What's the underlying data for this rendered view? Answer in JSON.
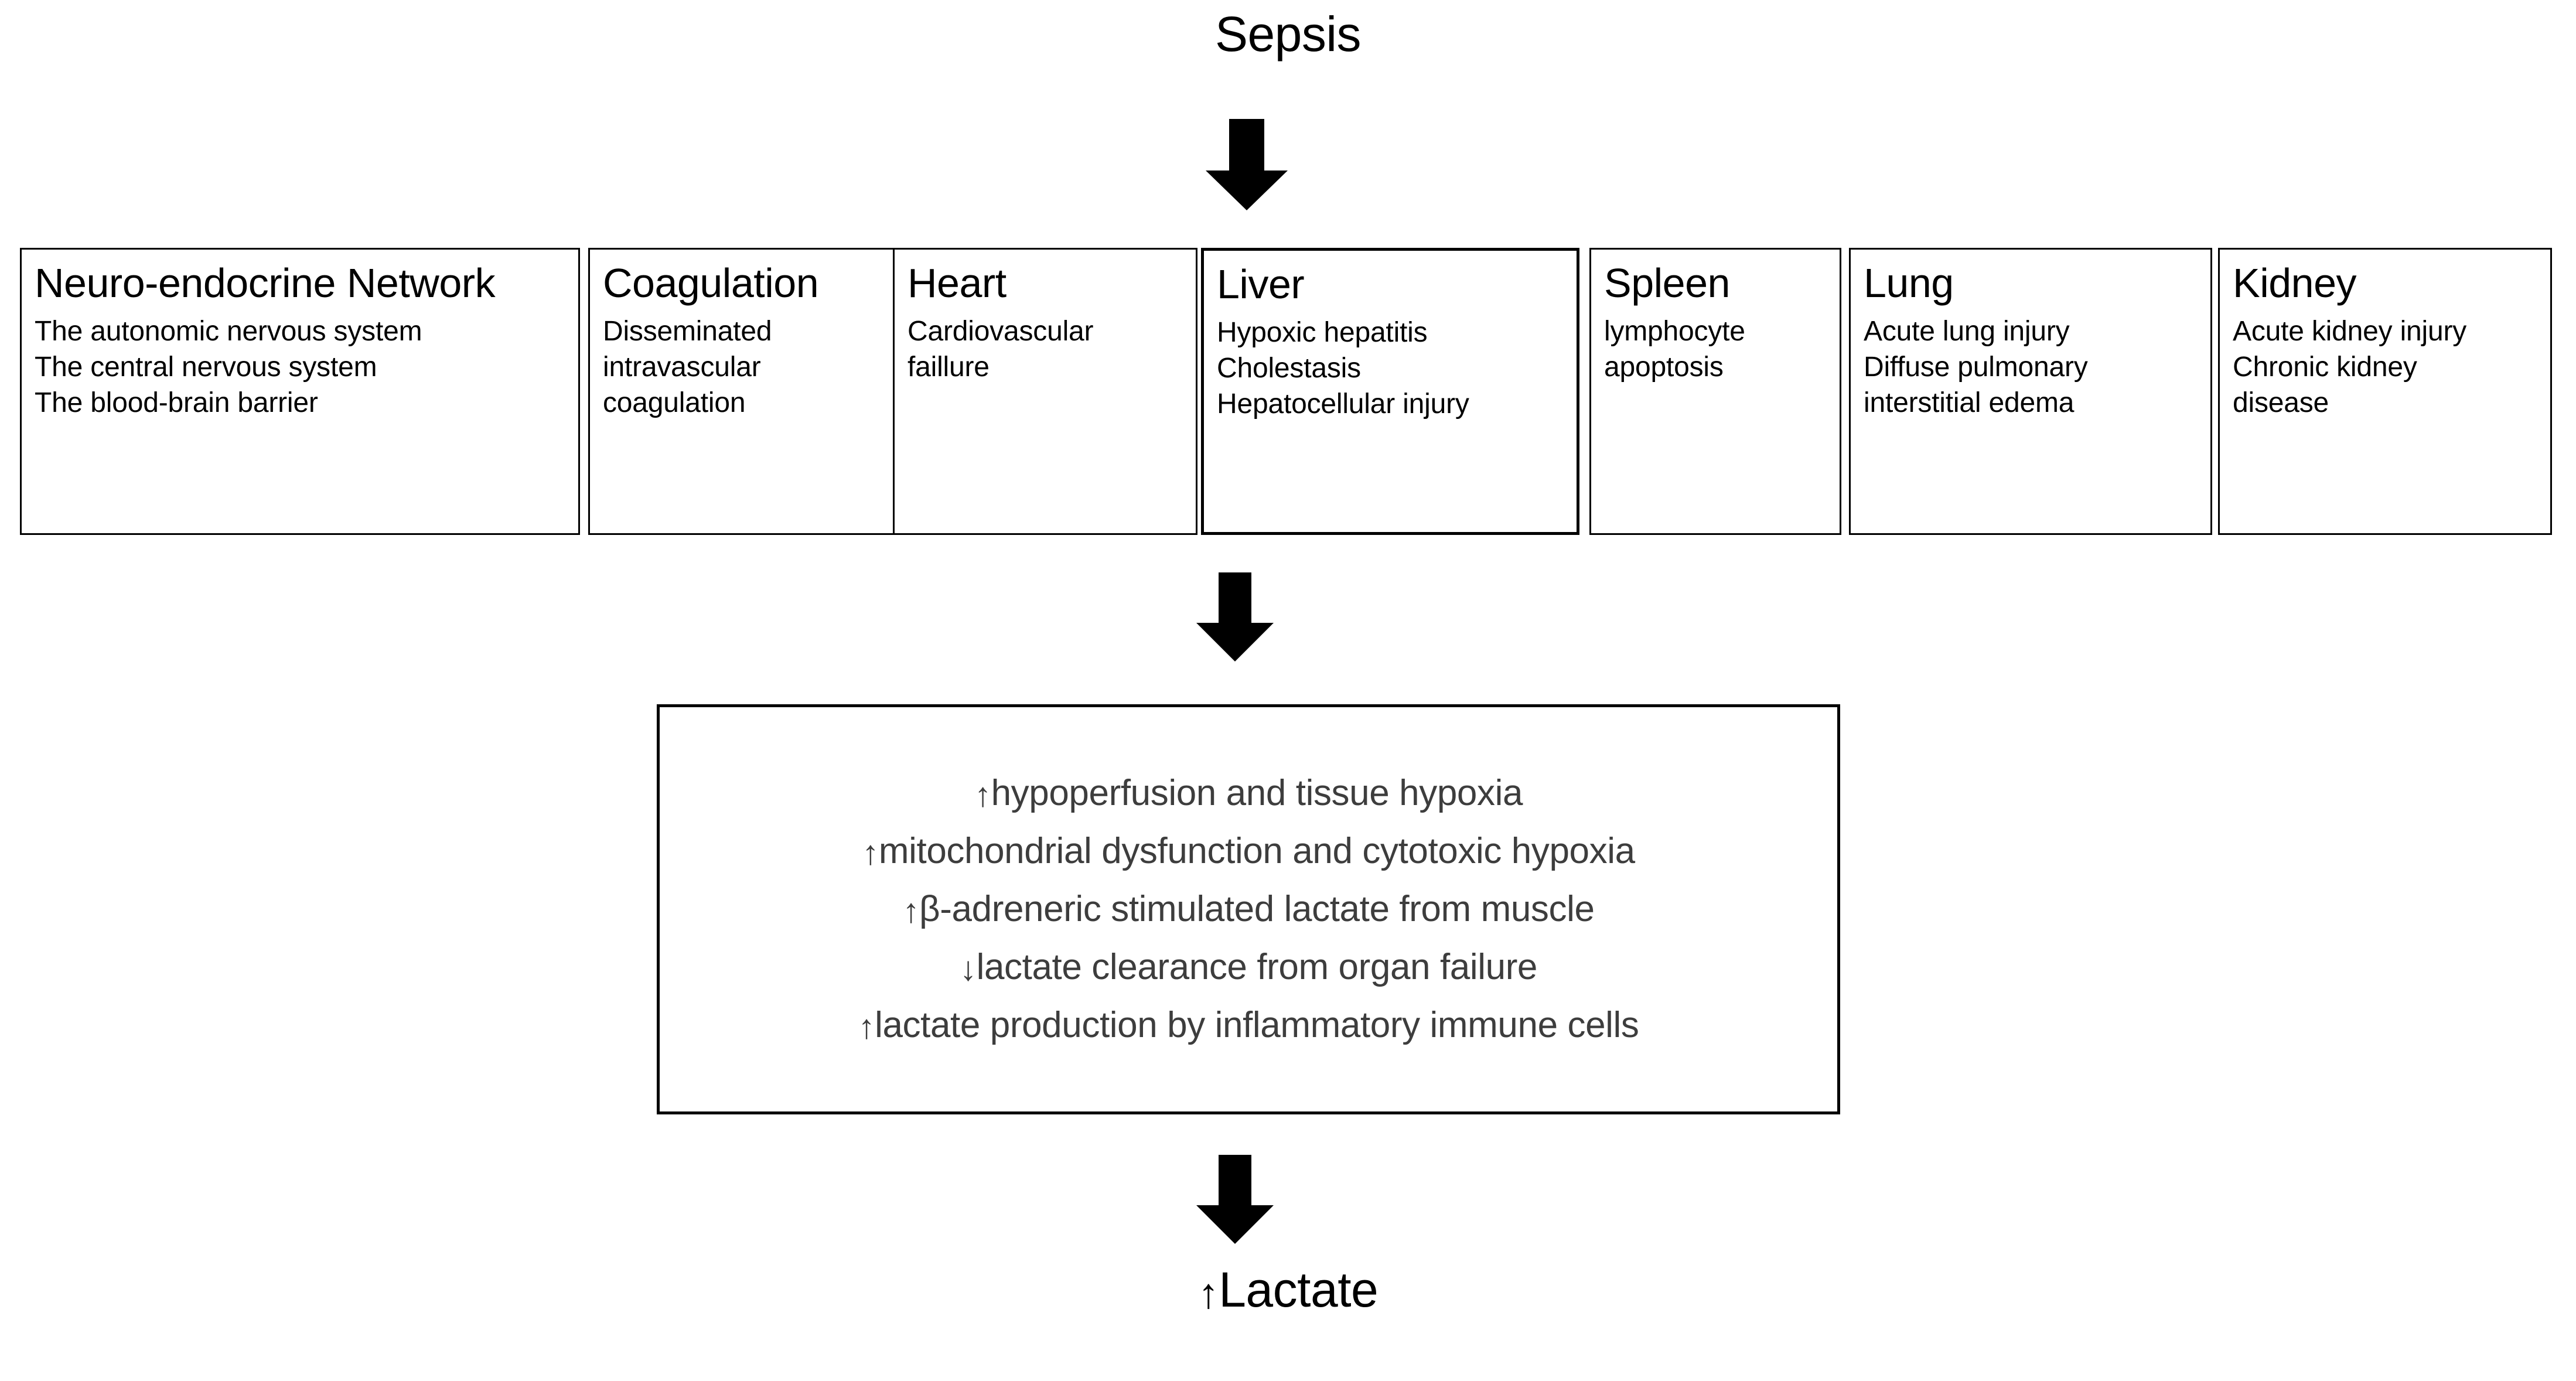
{
  "diagram": {
    "title": "Sepsis",
    "outcome": {
      "arrow_glyph": "↑",
      "label": "Lactate"
    },
    "arrows": [
      {
        "name": "arrow-sepsis-to-organs",
        "direction": "down"
      },
      {
        "name": "arrow-organs-to-mechanisms",
        "direction": "down"
      },
      {
        "name": "arrow-mechanisms-to-lactate",
        "direction": "down"
      }
    ],
    "organ_boxes": [
      {
        "title": "Neuro-endocrine Network",
        "items": [
          "The autonomic nervous system",
          "The central nervous system",
          "The blood-brain barrier"
        ]
      },
      {
        "title": "Coagulation",
        "items": [
          "Disseminated",
          "intravascular",
          "coagulation"
        ]
      },
      {
        "title": "Heart",
        "items": [
          "Cardiovascular",
          "faillure"
        ]
      },
      {
        "title": "Liver",
        "items": [
          "Hypoxic hepatitis",
          "Cholestasis",
          "Hepatocellular injury"
        ]
      },
      {
        "title": "Spleen",
        "items": [
          "lymphocyte",
          "apoptosis"
        ]
      },
      {
        "title": "Lung",
        "items": [
          "Acute lung injury",
          "Diffuse pulmonary",
          "interstitial edema"
        ]
      },
      {
        "title": "Kidney",
        "items": [
          "Acute kidney injury",
          "Chronic kidney",
          "disease"
        ]
      }
    ],
    "mechanisms": [
      {
        "glyph": "↑",
        "text": "hypoperfusion and tissue hypoxia"
      },
      {
        "glyph": "↑",
        "text": "mitochondrial dysfunction and cytotoxic hypoxia"
      },
      {
        "glyph": "↑",
        "text": "β-adreneric stimulated lactate from muscle"
      },
      {
        "glyph": "↓",
        "text": "lactate clearance from organ failure"
      },
      {
        "glyph": "↑",
        "text": "lactate production by inflammatory immune cells"
      }
    ],
    "colors": {
      "stroke": "#000000",
      "text": "#000000",
      "mechanism_text": "#3d3d3d",
      "background": "#ffffff"
    }
  }
}
